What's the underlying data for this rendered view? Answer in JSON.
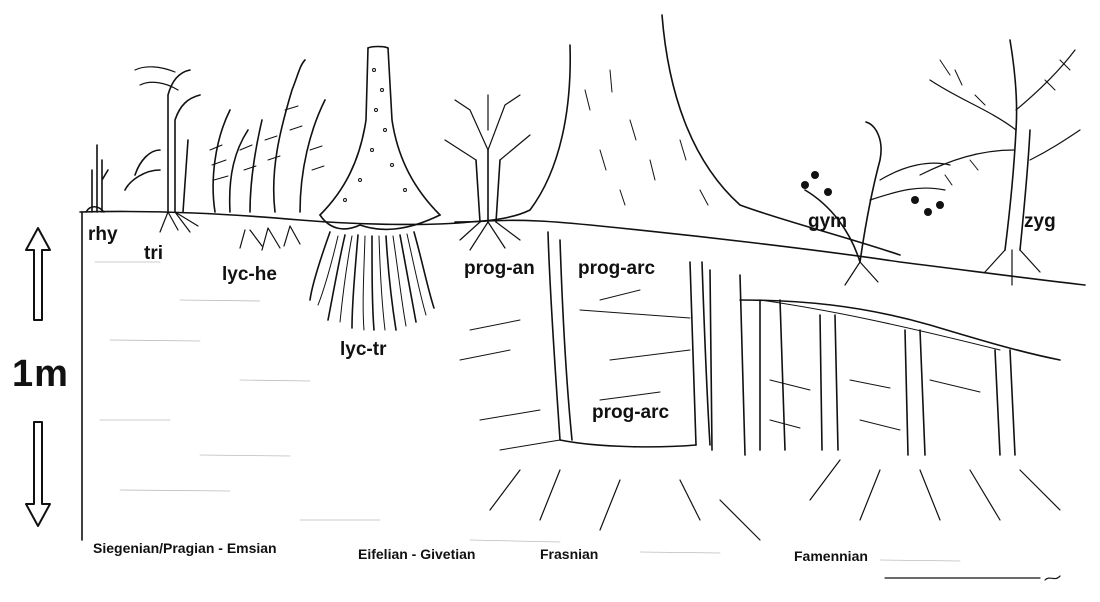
{
  "scale": {
    "label": "1m"
  },
  "taxa": {
    "rhy": "rhy",
    "tri": "tri",
    "lyc_he": "lyc-he",
    "lyc_tr": "lyc-tr",
    "prog_an": "prog-an",
    "prog_arc_1": "prog-arc",
    "prog_arc_2": "prog-arc",
    "gym": "gym",
    "zyg": "zyg"
  },
  "periods": {
    "p1": "Siegenian/Pragian - Emsian",
    "p2": "Eifelian - Givetian",
    "p3": "Frasnian",
    "p4": "Famennian"
  },
  "colors": {
    "ink": "#111111",
    "paper": "#ffffff"
  }
}
